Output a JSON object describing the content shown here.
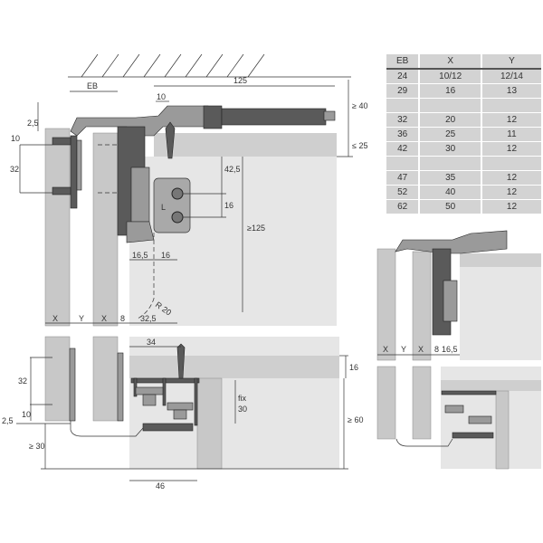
{
  "table": {
    "headers": [
      "EB",
      "X",
      "Y"
    ],
    "rows": [
      [
        "24",
        "10/12",
        "12/14"
      ],
      [
        "29",
        "16",
        "13"
      ],
      [
        "",
        "",
        ""
      ],
      [
        "32",
        "20",
        "12"
      ],
      [
        "36",
        "25",
        "11"
      ],
      [
        "42",
        "30",
        "12"
      ],
      [
        "",
        "",
        ""
      ],
      [
        "47",
        "35",
        "12"
      ],
      [
        "52",
        "40",
        "12"
      ],
      [
        "62",
        "50",
        "12"
      ]
    ]
  },
  "top_view": {
    "eb": "EB",
    "d125": "125",
    "d10": "10",
    "d40": "≥ 40",
    "d25": "≤ 25",
    "d2_5": "2,5",
    "d10_left": "10",
    "d32": "32",
    "d42_5": "42,5",
    "d16": "16",
    "d125_min": "≥125",
    "d16_5": "16,5",
    "d16_b": "16",
    "r20": "R 20",
    "x1": "X",
    "y": "Y",
    "x2": "X",
    "d8": "8",
    "d32_5": "32,5",
    "plate_mark": "L"
  },
  "front_view": {
    "d34": "34",
    "d16": "16",
    "d32": "32",
    "d10": "10",
    "d2_5": "2,5",
    "fix": "fix",
    "d30": "30",
    "d60": "≥ 60",
    "d30_min": "≥ 30",
    "d46": "46"
  },
  "small_view": {
    "x1": "X",
    "y": "Y",
    "x2": "X",
    "d8": "8",
    "d16_5": "16,5"
  }
}
